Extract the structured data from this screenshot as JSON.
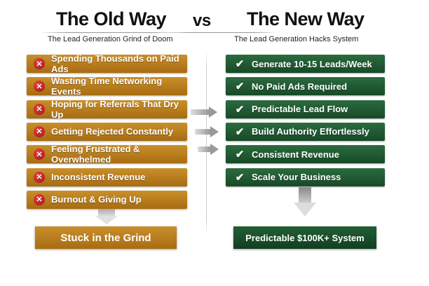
{
  "header": {
    "old_title": "The Old Way",
    "vs": "vs",
    "new_title": "The New Way",
    "old_subtitle": "The Lead Generation Grind of Doom",
    "new_subtitle": "The Lead Generation Hacks System"
  },
  "old_way": {
    "items": [
      "Spending Thousands on Paid Ads",
      "Wasting Time Networking Events",
      "Hoping for Referrals That Dry Up",
      "Getting Rejected Constantly",
      "Feeling Frustrated & Overwhelmed",
      "Inconsistent Revenue",
      "Burnout & Giving Up"
    ],
    "result": "Stuck in the Grind",
    "icon": "x-circle-icon",
    "color": "#b67a1c"
  },
  "new_way": {
    "items": [
      "Generate 10-15 Leads/Week",
      "No Paid Ads Required",
      "Predictable Lead Flow",
      "Build Authority Effortlessly",
      "Consistent Revenue",
      "Scale Your Business"
    ],
    "result": "Predictable $100K+ System",
    "icon": "checkmark-icon",
    "color": "#1f5a31"
  }
}
